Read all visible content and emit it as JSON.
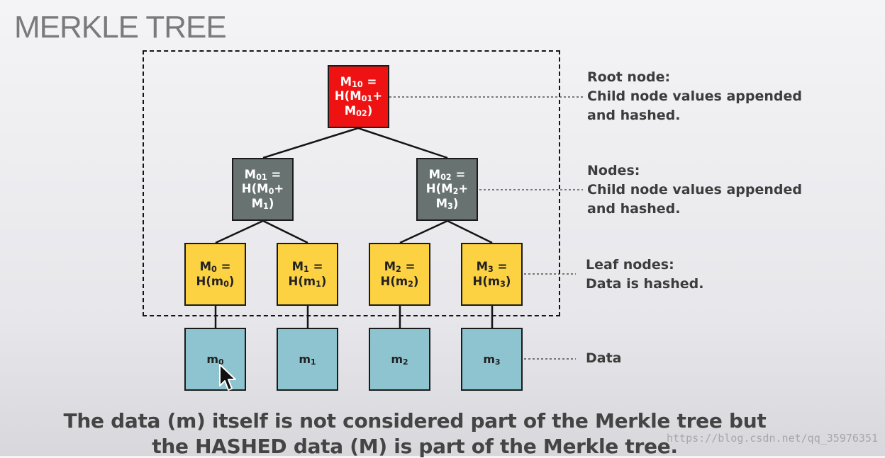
{
  "slide": {
    "title": "MERKLE TREE"
  },
  "root": {
    "line1": [
      "M",
      "10",
      " ="
    ],
    "line2": [
      "H(M",
      "01",
      "+"
    ],
    "line3": [
      "M",
      "02",
      ")"
    ]
  },
  "nodes": [
    {
      "line1": [
        "M",
        "01",
        " ="
      ],
      "line2": [
        "H(M",
        "0",
        "+"
      ],
      "line3": [
        "M",
        "1",
        ")"
      ]
    },
    {
      "line1": [
        "M",
        "02",
        " ="
      ],
      "line2": [
        "H(M",
        "2",
        "+"
      ],
      "line3": [
        "M",
        "3",
        ")"
      ]
    }
  ],
  "leaves": [
    {
      "line1": [
        "M",
        "0",
        " ="
      ],
      "line2": [
        "H(m",
        "0",
        ")"
      ]
    },
    {
      "line1": [
        "M",
        "1",
        " ="
      ],
      "line2": [
        "H(m",
        "1",
        ")"
      ]
    },
    {
      "line1": [
        "M",
        "2",
        " ="
      ],
      "line2": [
        "H(m",
        "2",
        ")"
      ]
    },
    {
      "line1": [
        "M",
        "3",
        " ="
      ],
      "line2": [
        "H(m",
        "3",
        ")"
      ]
    }
  ],
  "data": [
    {
      "text": [
        "m",
        "0",
        ""
      ]
    },
    {
      "text": [
        "m",
        "1",
        ""
      ]
    },
    {
      "text": [
        "m",
        "2",
        ""
      ]
    },
    {
      "text": [
        "m",
        "3",
        ""
      ]
    }
  ],
  "labels": {
    "root": {
      "line1": "Root node:",
      "line2": "Child node values appended",
      "line3": "and hashed."
    },
    "nodes": {
      "line1": "Nodes:",
      "line2": "Child node values appended",
      "line3": "and hashed."
    },
    "leaves": {
      "line1": "Leaf nodes:",
      "line2": "Data is hashed."
    },
    "data": {
      "line1": "Data"
    }
  },
  "caption": {
    "line1": "The data (m) itself is not considered part of the Merkle tree but",
    "line2": "the HASHED data (M) is part of the Merkle tree."
  },
  "watermark": "https://blog.csdn.net/qq_35976351",
  "colors": {
    "root": "#ee1212",
    "node": "#687270",
    "leaf": "#fcd142",
    "data": "#8ec4cf"
  }
}
